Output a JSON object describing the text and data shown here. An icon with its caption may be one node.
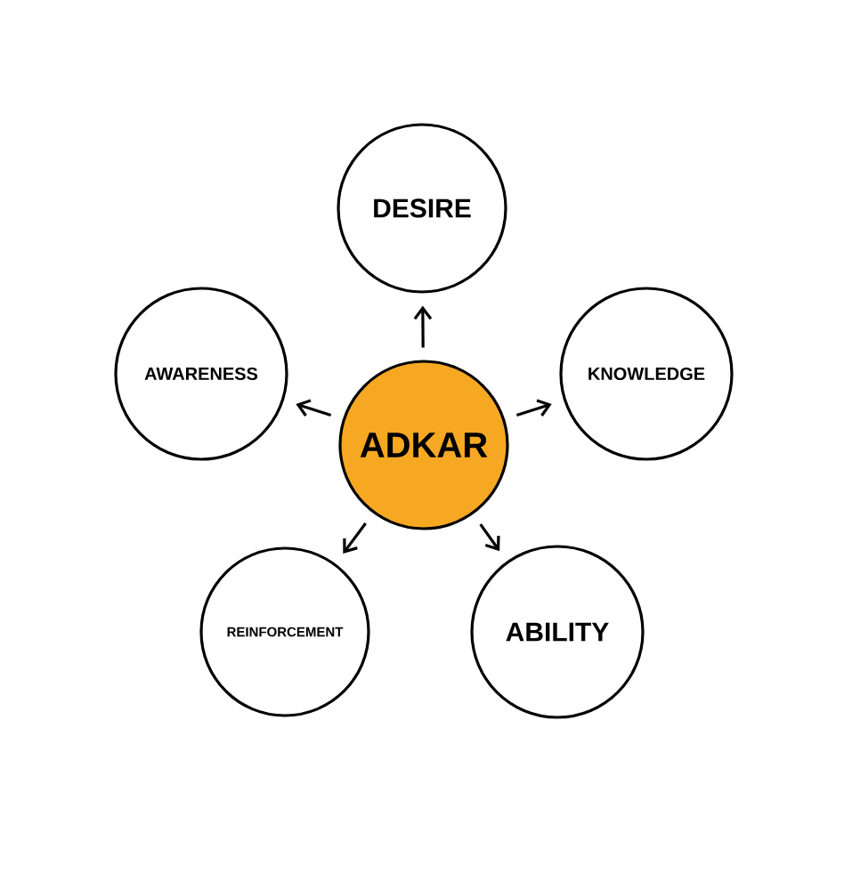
{
  "diagram": {
    "nodes": [
      {
        "text": [
          "ADKAR"
        ]
      },
      {
        "text": [
          "DESIRE"
        ]
      },
      {
        "text": [
          "AWARENESS"
        ]
      },
      {
        "text": [
          "KNOWLEDGE"
        ]
      },
      {
        "text": [
          "REINFORCEMENT"
        ]
      },
      {
        "text": [
          "ABILITY"
        ]
      }
    ],
    "edges": [
      {
        "from": 0,
        "to": 1,
        "arrow": "to"
      },
      {
        "from": 0,
        "to": 2,
        "arrow": "to"
      },
      {
        "from": 0,
        "to": 3,
        "arrow": "to"
      },
      {
        "from": 0,
        "to": 4,
        "arrow": "to"
      },
      {
        "from": 0,
        "to": 5,
        "arrow": "to"
      }
    ]
  }
}
